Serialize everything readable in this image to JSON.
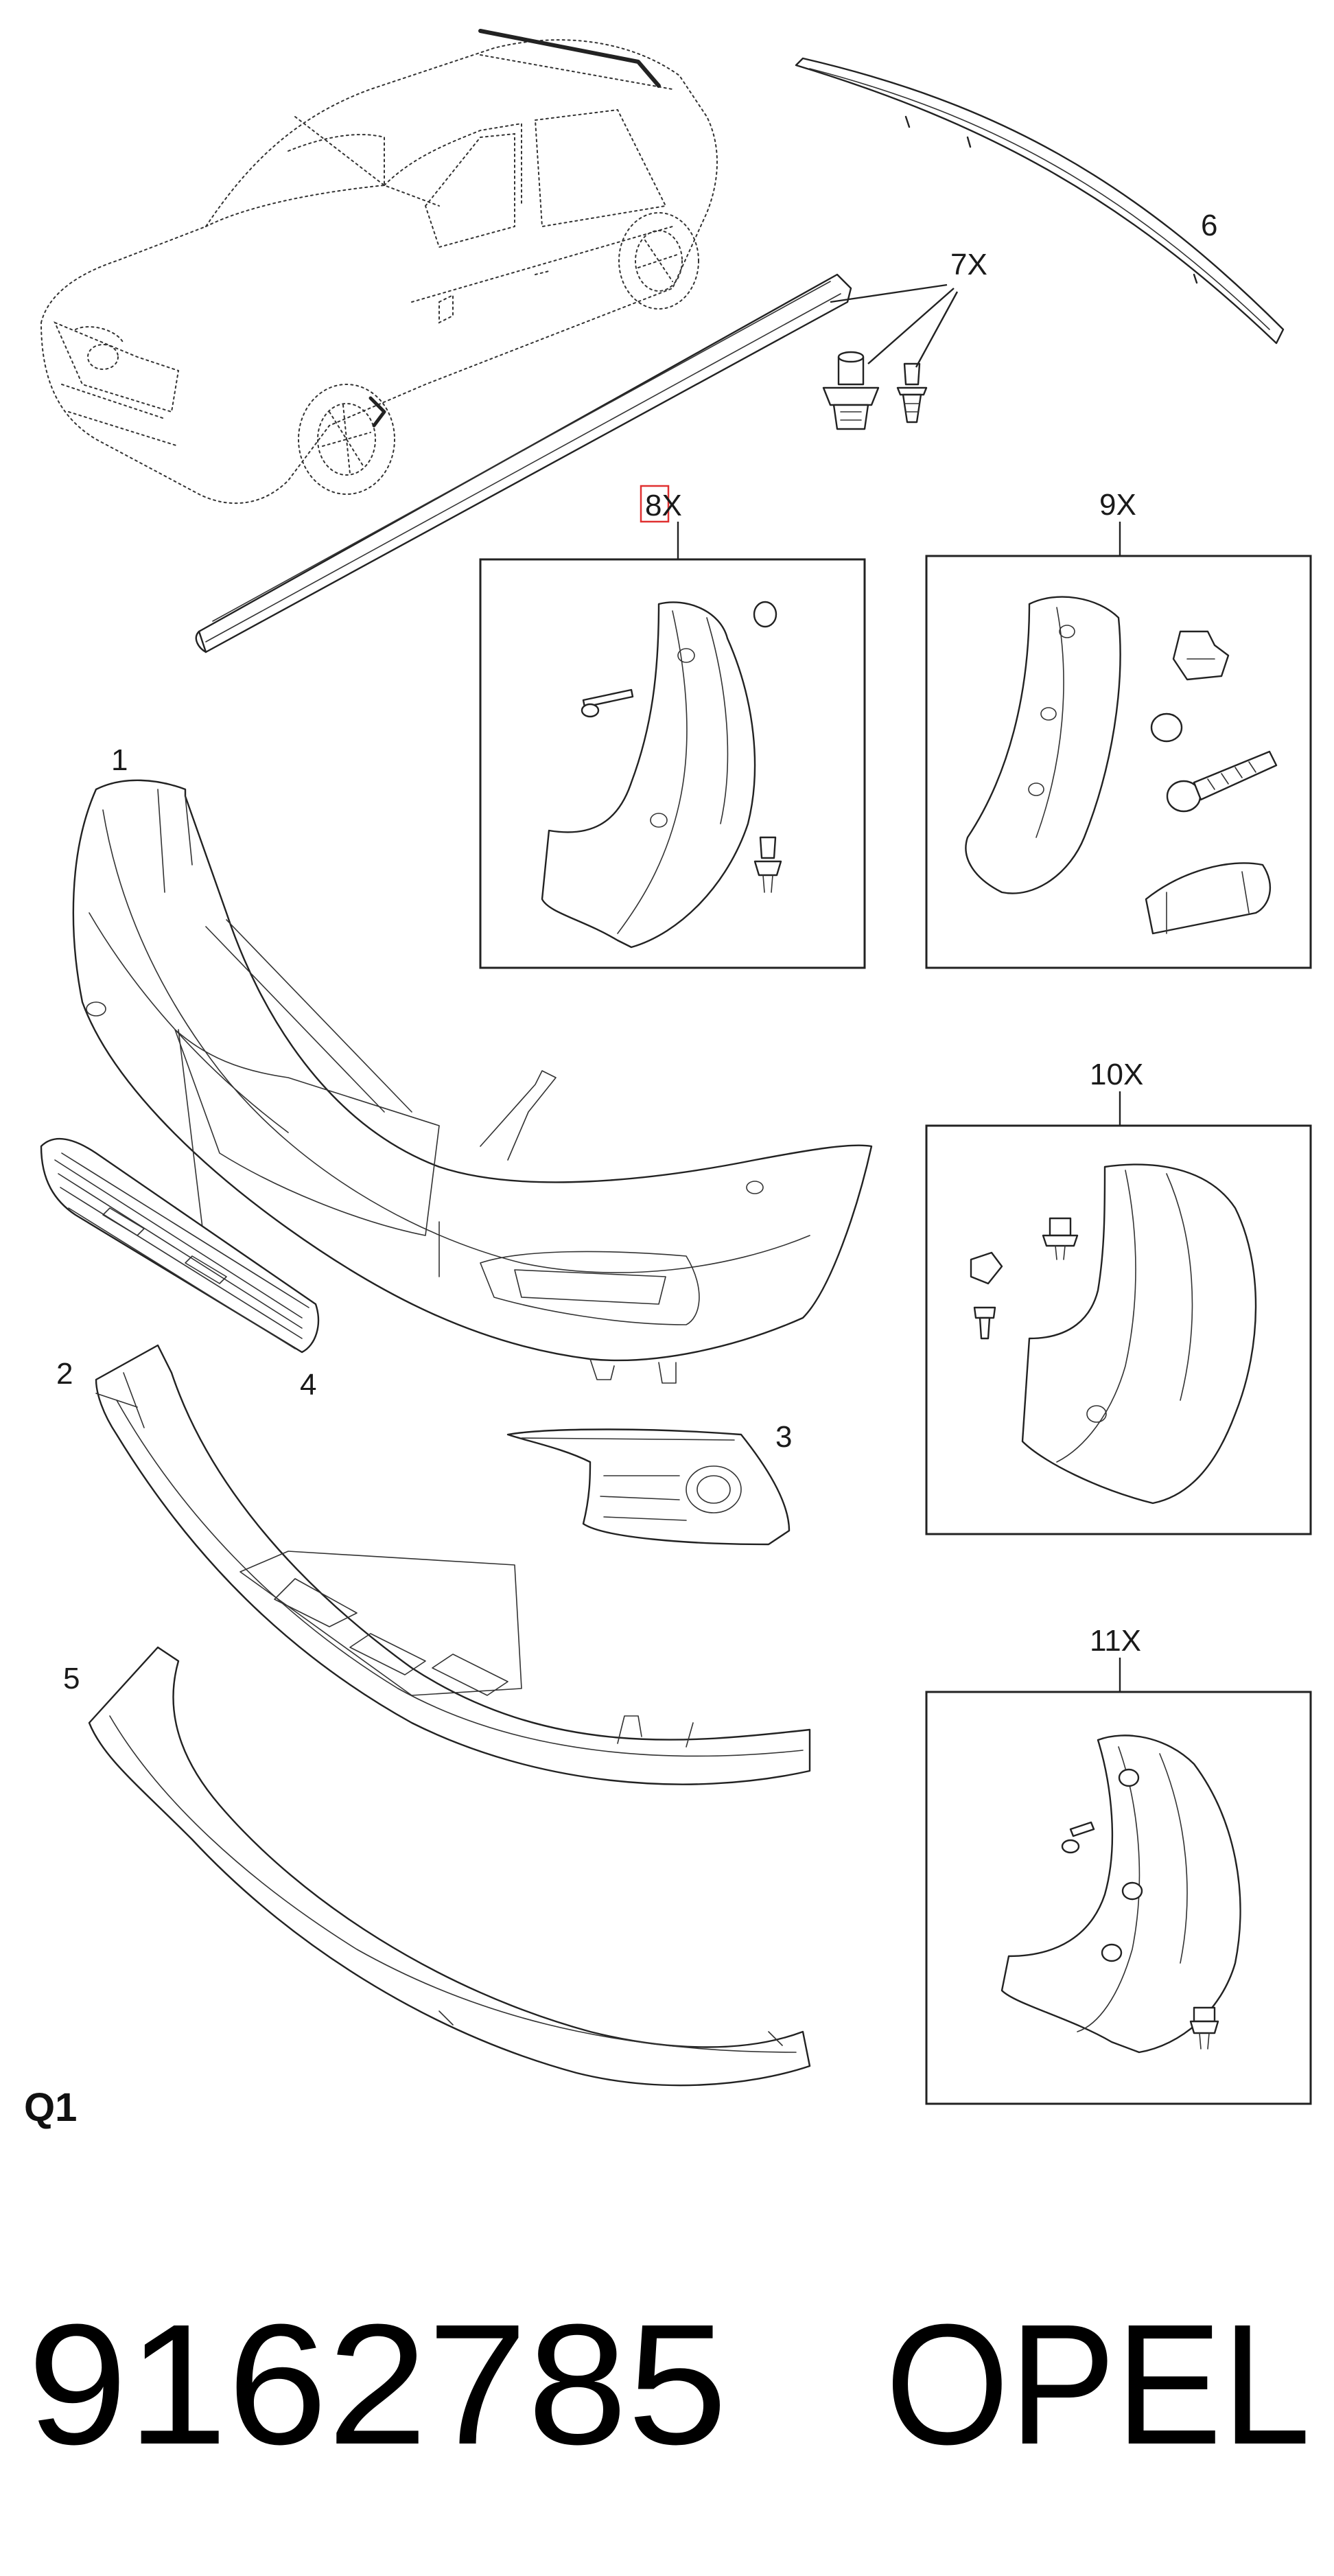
{
  "callouts": {
    "c1": "1",
    "c2": "2",
    "c3": "3",
    "c4": "4",
    "c5": "5",
    "c6": "6",
    "c7": "7X",
    "c8_num": "8",
    "c8_suffix": "X",
    "c9": "9X",
    "c10": "10X",
    "c11": "11X"
  },
  "section_label": "Q1",
  "part_number": "9162785",
  "brand": "OPEL",
  "highlight_color": "#e03030"
}
